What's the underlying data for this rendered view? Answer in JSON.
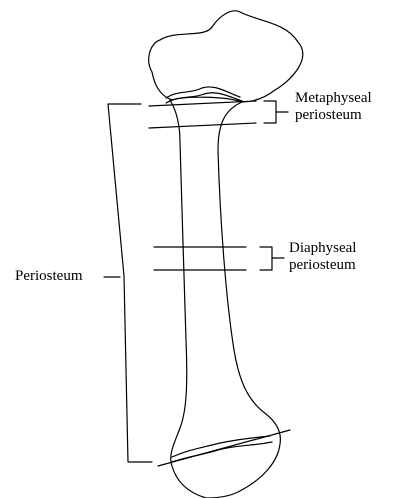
{
  "labels": {
    "metaphyseal": [
      "Metaphyseal",
      "periosteum"
    ],
    "diaphyseal": [
      "Diaphyseal",
      "periosteum"
    ],
    "periosteum": "Periosteum"
  }
}
